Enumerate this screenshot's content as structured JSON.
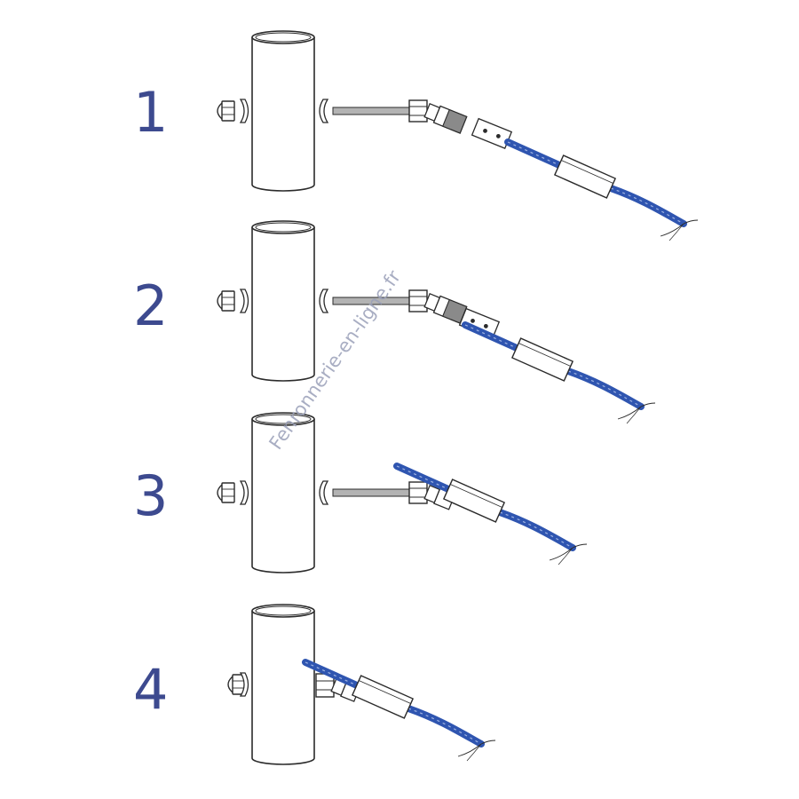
{
  "watermark": "Fenronnerie-en-ligne.fr",
  "steps": [
    {
      "number": "1"
    },
    {
      "number": "2"
    },
    {
      "number": "3"
    },
    {
      "number": "4"
    }
  ],
  "colors": {
    "step_number": "#3d4a8f",
    "cable": "#2f55b0",
    "cable_light": "#9fb3e2",
    "outline": "#2b2b2b",
    "rod": "#b3b3b3",
    "metal": "#dcdcdc",
    "sleeve": "#8a8a8a",
    "watermark": "#9aa0b8"
  }
}
